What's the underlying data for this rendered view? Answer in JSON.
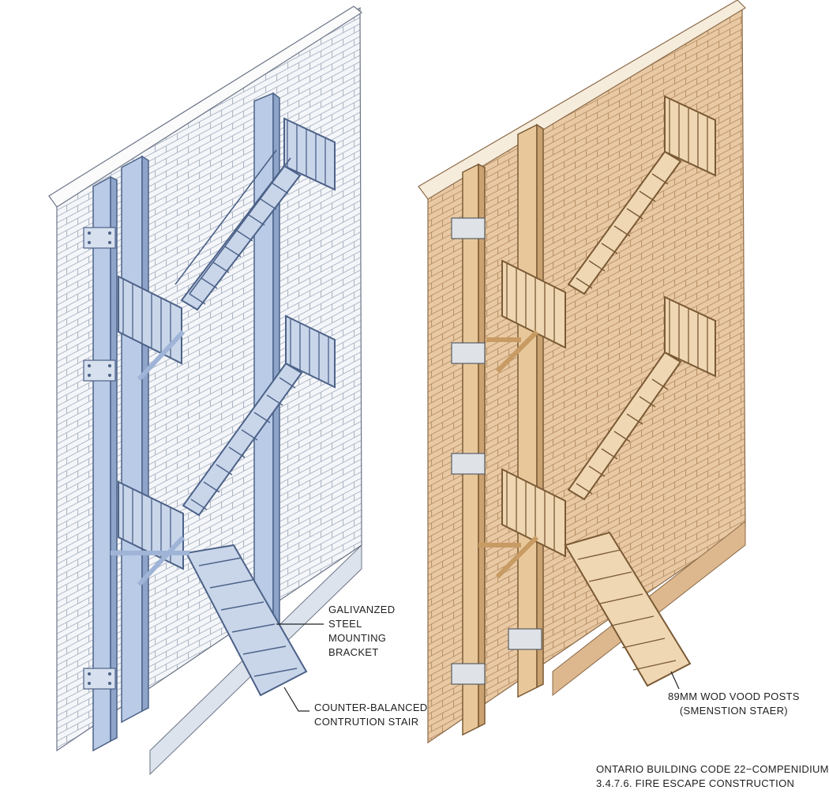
{
  "labels": {
    "bracket_line1": "GALIVANZED",
    "bracket_line2": "STEEL",
    "bracket_line3": "MOUNTING",
    "bracket_line4": "BRACKET",
    "counter_line1": "COUNTER-BALANCED",
    "counter_line2": "CONTRUTION STAIR",
    "wood_line1": "89MM WOD VOOD POSTS",
    "wood_line2": "(SMENSTION STAER)",
    "caption_line1": "ONTARIO BUILDING CODE 22−COMPENIDIUM",
    "caption_line2": "3.4.7.6. FIRE ESCAPE CONSTRUCTION"
  },
  "colors": {
    "steel_fill": "#b9cbe6",
    "steel_stroke": "#4d6288",
    "steel_wall": "#f3f5f8",
    "wood_fill": "#e8c89a",
    "wood_stroke": "#7a5a35",
    "wood_wall": "#e6c6a0"
  }
}
